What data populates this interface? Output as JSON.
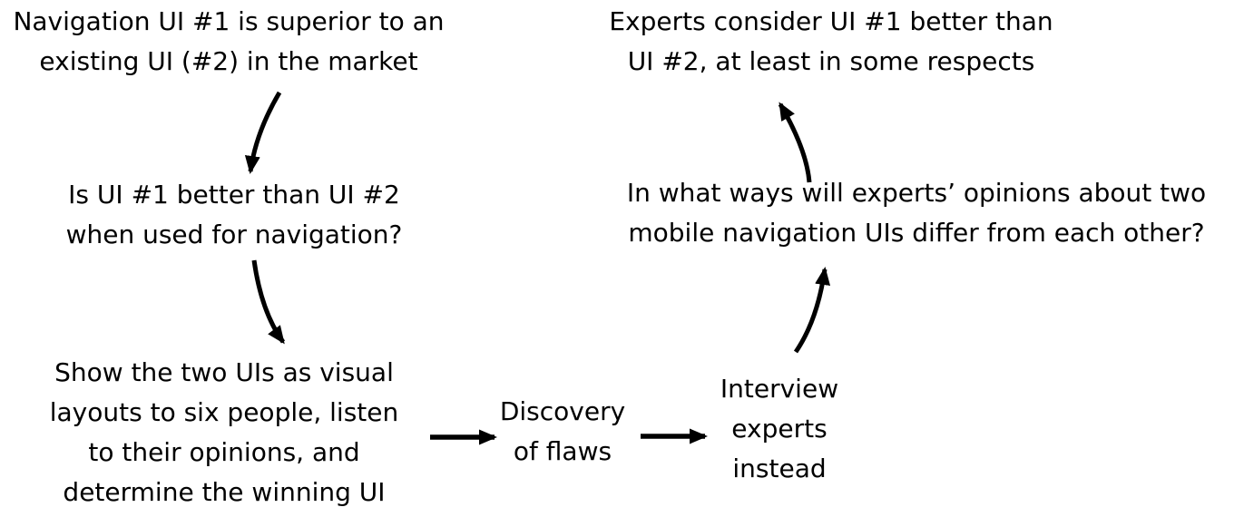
{
  "diagram": {
    "description": "Flow diagram showing revision of a research belief, question and method",
    "nodes": {
      "initial_belief": {
        "text": "Navigation UI #1 is superior to an\nexisting UI (#2) in the market"
      },
      "initial_question": {
        "text": "Is UI #1 better than UI #2\nwhen used for navigation?"
      },
      "initial_method": {
        "text": "Show the two UIs as visual\nlayouts to six people, listen\nto their opinions, and\ndetermine the winning UI"
      },
      "discovery": {
        "text": "Discovery\nof flaws"
      },
      "revised_method": {
        "text": "Interview\nexperts\ninstead"
      },
      "revised_question": {
        "text": "In what ways will experts’ opinions about two\nmobile navigation UIs differ from each other?"
      },
      "revised_belief": {
        "text": "Experts consider UI #1 better than\nUI #2, at least in some respects"
      }
    },
    "arrows": [
      {
        "from": "initial_belief",
        "to": "initial_question",
        "shape": "curved-down"
      },
      {
        "from": "initial_question",
        "to": "initial_method",
        "shape": "curved-down"
      },
      {
        "from": "initial_method",
        "to": "discovery",
        "shape": "straight-right"
      },
      {
        "from": "discovery",
        "to": "revised_method",
        "shape": "straight-right"
      },
      {
        "from": "revised_method",
        "to": "revised_question",
        "shape": "curved-up"
      },
      {
        "from": "revised_question",
        "to": "revised_belief",
        "shape": "curved-up"
      }
    ]
  },
  "colors": {
    "ink": "#000000",
    "background": "#ffffff"
  }
}
